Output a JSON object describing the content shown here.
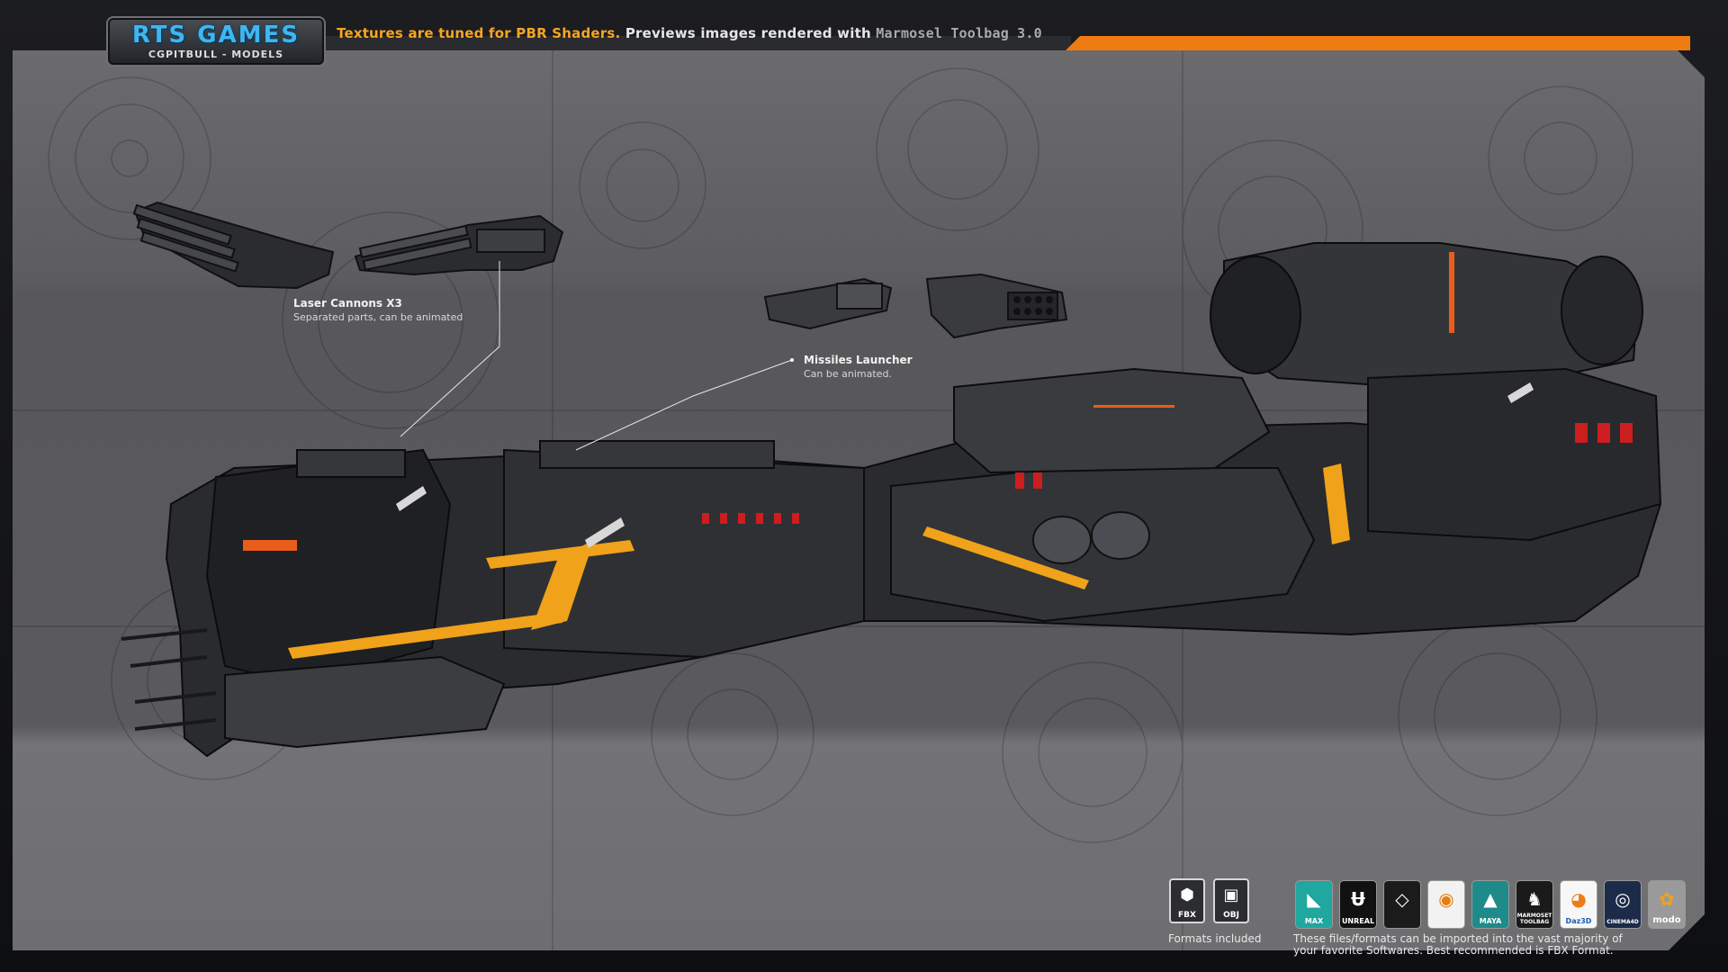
{
  "logo": {
    "title": "RTS GAMES",
    "subtitle": "CGPITBULL - MODELS"
  },
  "header": {
    "part1": "Textures are tuned for PBR Shaders.",
    "part2": " Previews images rendered with ",
    "part3": "Marmosel Toolbag 3.0"
  },
  "callouts": {
    "laser": {
      "title": "Laser Cannons X3",
      "sub": "Separated parts, can be animated"
    },
    "missile": {
      "title": "Missiles Launcher",
      "sub": "Can be animated."
    }
  },
  "formats": {
    "items": [
      {
        "label": "FBX",
        "icon": "fbx-icon"
      },
      {
        "label": "OBJ",
        "icon": "obj-icon"
      }
    ],
    "caption": "Formats included"
  },
  "software": {
    "items": [
      {
        "label": "MAX",
        "icon": "3dsmax-icon",
        "color": "#1fa7a0"
      },
      {
        "label": "UNREAL",
        "icon": "unreal-icon",
        "color": "#111111"
      },
      {
        "label": "",
        "icon": "unity-icon",
        "color": "#1b1b1b"
      },
      {
        "label": "",
        "icon": "blender-icon",
        "color": "#f2f2f2"
      },
      {
        "label": "MAYA",
        "icon": "maya-icon",
        "color": "#1f8a8a"
      },
      {
        "label": "MARMOSET TOOLBAG",
        "icon": "marmoset-icon",
        "color": "#1a1a1a"
      },
      {
        "label": "Daz3D",
        "icon": "daz3d-icon",
        "color": "#f7f7f7"
      },
      {
        "label": "CINEMA4D",
        "icon": "cinema4d-icon",
        "color": "#1c2b4a"
      },
      {
        "label": "modo",
        "icon": "modo-icon",
        "color": "#9a9a9a"
      }
    ],
    "caption_line1": "These files/formats can be imported into the vast majority of",
    "caption_line2": "your favorite Softwares. Best recommended is FBX Format."
  },
  "colors": {
    "accent": "#f07b13",
    "highlight": "#f5a623",
    "logo_blue": "#3fb6f0"
  }
}
